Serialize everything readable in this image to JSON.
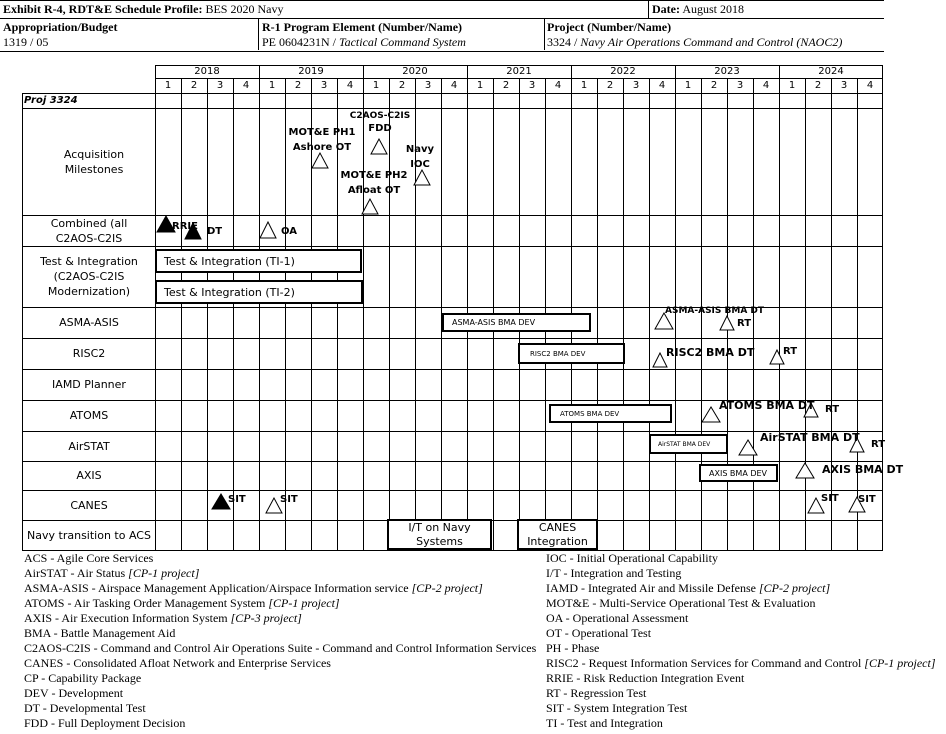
{
  "header": {
    "exhibit_label": "Exhibit R-4, RDT&E Schedule Profile:",
    "exhibit_value": "BES 2020 Navy",
    "date_label": "Date:",
    "date_value": "August 2018",
    "approp_label": "Appropriation/Budget",
    "approp_value": "1319 / 05",
    "r1_label": "R-1 Program Element (Number/Name)",
    "r1_num": "PE 0604231N",
    "r1_name": "Tactical Command System",
    "proj_label": "Project (Number/Name)",
    "proj_num": "3324",
    "proj_name": "Navy Air Operations Command and Control (NAOC2)"
  },
  "chart": {
    "years": [
      "2018",
      "2019",
      "2020",
      "2021",
      "2022",
      "2023",
      "2024"
    ],
    "quarters": [
      "1",
      "2",
      "3",
      "4"
    ],
    "project_label": "Proj 3324",
    "rows": [
      {
        "label": "Acquisition Milestones"
      },
      {
        "label": "Combined (all C2AOS-C2IS"
      },
      {
        "label": "Test & Integration (C2AOS-C2IS Modernization)"
      },
      {
        "label": "ASMA-ASIS"
      },
      {
        "label": "RISC2"
      },
      {
        "label": "IAMD Planner"
      },
      {
        "label": "ATOMS"
      },
      {
        "label": "AirSTAT"
      },
      {
        "label": "AXIS"
      },
      {
        "label": "CANES"
      },
      {
        "label": "Navy transition to ACS"
      }
    ],
    "milestones": {
      "mote_ph1": "MOT&E PH1",
      "ashore_ot": "Ashore OT",
      "c2aos_c2is": "C2AOS-C2IS",
      "fdd": "FDD",
      "navy": "Navy",
      "ioc": "IOC",
      "mote_ph2": "MOT&E PH2",
      "afloat_ot": "Afloat OT",
      "rrie": "RRIE",
      "dt": "DT",
      "oa": "OA",
      "asma_dt": "ASMA-ASIS BMA DT",
      "rt": "RT",
      "risc2_dt": "RISC2 BMA DT",
      "atoms_dt": "ATOMS BMA DT",
      "airstat_dt": "AirSTAT BMA DT",
      "axis_dt": "AXIS BMA DT",
      "sit": "SIT"
    },
    "bars": {
      "ti1": "Test & Integration (TI-1)",
      "ti2": "Test & Integration (TI-2)",
      "asma_dev": "ASMA-ASIS BMA DEV",
      "risc2_dev": "RISC2 BMA DEV",
      "atoms_dev": "ATOMS BMA DEV",
      "airstat_dev": "AirSTAT BMA DEV",
      "axis_dev": "AXIS BMA DEV",
      "it_navy_1": "I/T on Navy",
      "it_navy_2": "Systems",
      "canes_int_1": "CANES",
      "canes_int_2": "Integration"
    }
  },
  "glossary_left": [
    {
      "text": "ACS - Agile Core Services",
      "note": ""
    },
    {
      "text": "AirSTAT - Air Status ",
      "note": "[CP-1 project]"
    },
    {
      "text": "ASMA-ASIS - Airspace Management Application/Airspace Information service ",
      "note": "[CP-2 project]"
    },
    {
      "text": "ATOMS - Air Tasking Order Management System ",
      "note": "[CP-1 project]"
    },
    {
      "text": "AXIS - Air Execution Information System ",
      "note": "[CP-3 project]"
    },
    {
      "text": "BMA - Battle Management Aid",
      "note": ""
    },
    {
      "text": "C2AOS-C2IS - Command and Control Air Operations Suite - Command and Control Information Services",
      "note": ""
    },
    {
      "text": "CANES - Consolidated Afloat Network and Enterprise Services",
      "note": ""
    },
    {
      "text": "CP - Capability Package",
      "note": ""
    },
    {
      "text": "DEV - Development",
      "note": ""
    },
    {
      "text": "DT - Developmental Test",
      "note": ""
    },
    {
      "text": "FDD - Full Deployment Decision",
      "note": ""
    }
  ],
  "glossary_right": [
    {
      "text": "IOC - Initial Operational Capability",
      "note": ""
    },
    {
      "text": "I/T - Integration and Testing",
      "note": ""
    },
    {
      "text": "IAMD - Integrated Air and Missile Defense ",
      "note": "[CP-2 project]"
    },
    {
      "text": "MOT&E - Multi-Service Operational Test & Evaluation",
      "note": ""
    },
    {
      "text": "OA - Operational Assessment",
      "note": ""
    },
    {
      "text": "OT - Operational Test",
      "note": ""
    },
    {
      "text": "PH - Phase",
      "note": ""
    },
    {
      "text": "RISC2 - Request Information Services for Command and Control ",
      "note": "[CP-1 project]"
    },
    {
      "text": "RRIE - Risk Reduction Integration Event",
      "note": ""
    },
    {
      "text": "RT - Regression Test",
      "note": ""
    },
    {
      "text": "SIT - System Integration Test",
      "note": ""
    },
    {
      "text": "TI - Test and Integration",
      "note": ""
    }
  ]
}
